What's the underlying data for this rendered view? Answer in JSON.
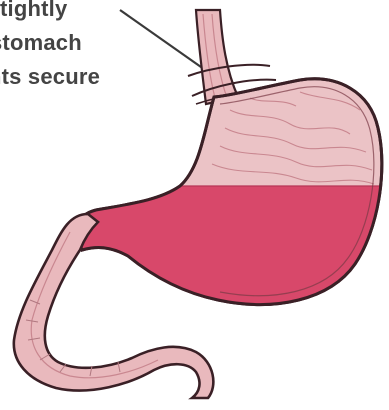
{
  "annotation": {
    "lines": [
      "tightly",
      "stomach",
      "nts secure"
    ]
  },
  "colors": {
    "tissue": "#e9b9bd",
    "tissue_dark": "#c98790",
    "contents": "#d8486a",
    "outline": "#3a2026",
    "text": "#444444"
  },
  "parts": [
    "esophagus-icon",
    "sphincter-icon",
    "stomach-icon",
    "gastric-contents",
    "duodenum-icon",
    "pointer-line"
  ]
}
